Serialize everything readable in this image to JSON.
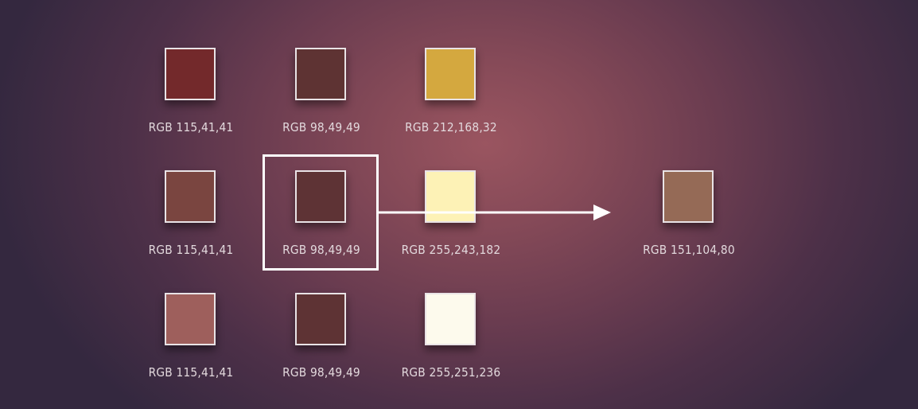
{
  "swatches": [
    {
      "id": "r1c1",
      "label": "RGB 115,41,41",
      "color": "#73292b"
    },
    {
      "id": "r1c2",
      "label": "RGB 98,49,49",
      "color": "#5e3333"
    },
    {
      "id": "r1c3",
      "label": "RGB 212,168,32",
      "color": "#d4a83f"
    },
    {
      "id": "r2c1",
      "label": "RGB 115,41,41",
      "color": "#7a4540"
    },
    {
      "id": "r2c2",
      "label": "RGB 98,49,49",
      "color": "#5e3335"
    },
    {
      "id": "r2c3",
      "label": "RGB 255,243,182",
      "color": "#fdf2b6"
    },
    {
      "id": "r3c1",
      "label": "RGB 115,41,41",
      "color": "#9e5f5c"
    },
    {
      "id": "r3c2",
      "label": "RGB 98,49,49",
      "color": "#5e3334"
    },
    {
      "id": "r3c3",
      "label": "RGB 255,251,236",
      "color": "#fdfaed"
    }
  ],
  "result": {
    "label": "RGB 151,104,80",
    "color": "#956a56"
  },
  "colors": {
    "swatch_border": "#e9e3e6",
    "highlight": "#ffffff",
    "arrow": "#ffffff",
    "label_text": "#e2d8dc"
  }
}
